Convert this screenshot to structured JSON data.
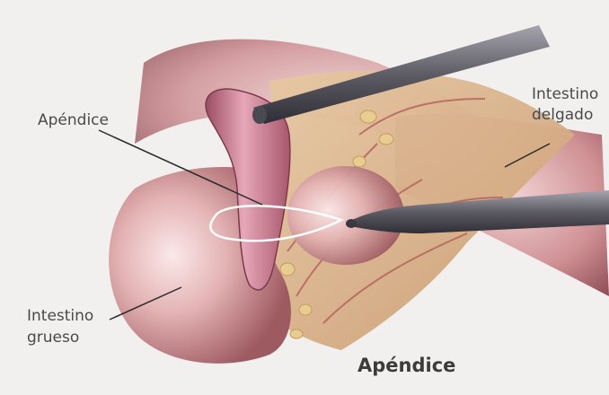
{
  "labels": {
    "appendix": "Apéndice",
    "small_intestine_line1": "Intestino",
    "small_intestine_line2": "delgado",
    "large_intestine_line1": "Intestino",
    "large_intestine_line2": "grueso"
  },
  "caption": "Apéndice",
  "colors": {
    "background": "#f1f0ee",
    "organ_pink": "#d8a0a2",
    "mesentery": "#d9b58f",
    "instrument": "#6f6d75",
    "text": "#4a4a4a"
  }
}
